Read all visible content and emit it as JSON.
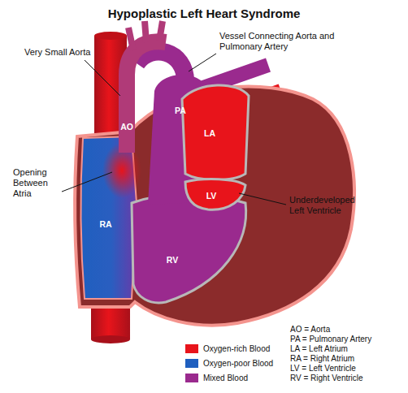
{
  "diagram": {
    "title": "Hypoplastic Left Heart Syndrome",
    "labels": [
      "Very Small Aorta",
      "Vessel Connecting Aorta and Pulmonary Artery",
      "Opening Between Atria",
      "Underdeveloped Left Ventricle",
      "AO",
      "PA",
      "LA",
      "LV",
      "RA",
      "RV",
      "AO = Aorta",
      "PA = Pulmonary Artery",
      "LA = Left Atrium",
      "RA = Right Atrium",
      "LV = Left Ventricle",
      "RV = Right Ventricle"
    ],
    "legend": [
      {
        "text": "Oxygen-rich Blood",
        "color": "#e8141b"
      },
      {
        "text": "Oxygen-poor Blood",
        "color": "#1f5fbf"
      },
      {
        "text": "Mixed Blood",
        "color": "#9a2a8e"
      }
    ]
  }
}
